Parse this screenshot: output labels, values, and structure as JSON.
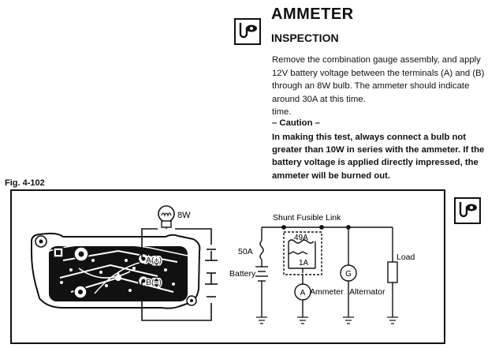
{
  "header": {
    "title": "AMMETER",
    "subtitle": "INSPECTION",
    "icon": "inspection-eye-icon"
  },
  "body": {
    "paragraph": "Remove the combination gauge assembly, and apply 12V battery voltage between the terminals (A) and (B) through an 8W bulb. The ammeter should indicate around 30A at this time.",
    "extra_line": "time."
  },
  "caution": {
    "heading": "– Caution –",
    "text": "In making this test, always connect a bulb not greater than 10W in series with the ammeter. If the battery voltage is applied directly impressed, the ammeter will be burned out."
  },
  "figure": {
    "label": "Fig. 4-102",
    "bulb_label": "8W",
    "terminal_a": "A(+)",
    "terminal_b": "B(–)",
    "shunt_label": "Shunt Fusible Link",
    "link_49a": "49A",
    "link_1a": "1A",
    "fuse_50a": "50A",
    "battery": "Battery",
    "ammeter_symbol": "A",
    "ammeter": "Ammeter",
    "alternator_symbol": "G",
    "alternator": "Alternator",
    "load": "Load"
  }
}
